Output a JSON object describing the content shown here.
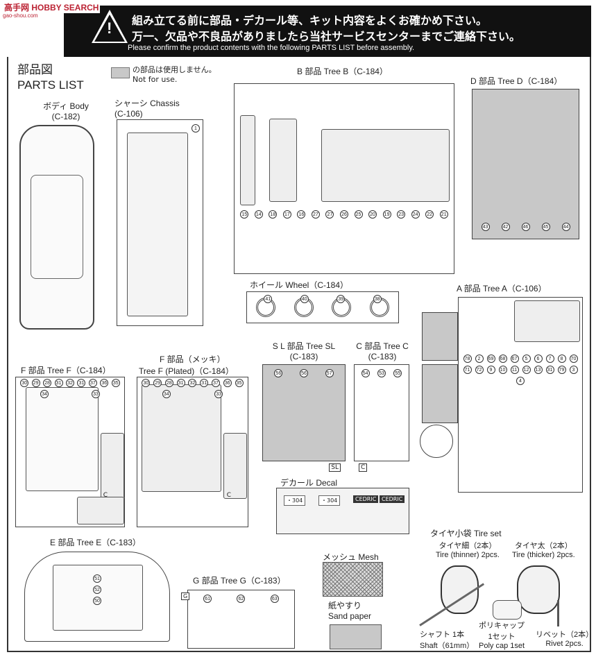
{
  "watermark": {
    "logo": "高手网 HOBBY SEARCH",
    "site": "gao-shou.com"
  },
  "header": {
    "line1": "組み立てる前に部品・デカール等、キット内容をよくお確かめ下さい。",
    "line2": "万一、欠品や不良品がありましたら当社サービスセンターまでご連絡下さい。",
    "line3": "Please confirm the product contents with the following PARTS LIST before assembly.",
    "icon": "warning-triangle-icon"
  },
  "title": {
    "jp": "部品図",
    "en": "PARTS LIST"
  },
  "legend": {
    "jp": "の部品は使用しません。",
    "en": "Not for use.",
    "swatch_color": "#c8c8c8"
  },
  "body": {
    "label": "ボディ Body",
    "code": "(C-182)"
  },
  "chassis": {
    "label": "シャーシ Chassis",
    "code": "(C-106)",
    "parts": [
      "1"
    ]
  },
  "tree_b": {
    "label": "B 部品 Tree B（C-184）",
    "parts": [
      "15",
      "14",
      "18",
      "17",
      "16",
      "27",
      "27",
      "26",
      "25",
      "20",
      "19",
      "23",
      "24",
      "22",
      "21"
    ]
  },
  "tree_d": {
    "label": "D 部品 Tree D（C-184）",
    "parts": [
      "43",
      "42",
      "46",
      "45",
      "44"
    ]
  },
  "wheel": {
    "label": "ホイール Wheel（C-184）",
    "parts": [
      "41",
      "40",
      "39",
      "38"
    ]
  },
  "tree_a": {
    "label": "A 部品 Tree A（C-106）",
    "parts": [
      "78",
      "2",
      "69",
      "68",
      "67",
      "5",
      "6",
      "7",
      "8",
      "70",
      "71",
      "72",
      "9",
      "10",
      "11",
      "12",
      "13",
      "31",
      "79",
      "3",
      "4"
    ]
  },
  "tree_f": {
    "label": "F 部品 Tree F（C-184）",
    "parts": [
      "30",
      "29",
      "28",
      "31",
      "32",
      "31",
      "37",
      "36",
      "35",
      "34",
      "33"
    ],
    "tag": "C"
  },
  "tree_fp": {
    "label1": "F 部品（メッキ）",
    "label2": "Tree F (Plated)（C-184）",
    "parts": [
      "30",
      "29",
      "28",
      "31",
      "32",
      "31",
      "37",
      "36",
      "35",
      "34",
      "33"
    ],
    "tag": "C"
  },
  "tree_sl": {
    "label1": "S L 部品 Tree SL",
    "label2": "(C-183)",
    "parts": [
      "56",
      "56",
      "57"
    ],
    "tag": "SL"
  },
  "tree_c": {
    "label1": "C 部品 Tree C",
    "label2": "(C-183)",
    "parts": [
      "54",
      "53",
      "55"
    ],
    "tag": "C"
  },
  "decal": {
    "label": "デカール Decal",
    "plates": [
      "・304",
      "・304",
      "CEDRIC",
      "CEDRIC"
    ]
  },
  "tree_e": {
    "label": "E 部品 Tree E（C-183）",
    "parts": [
      "51",
      "52",
      "50"
    ]
  },
  "tree_g": {
    "label": "G 部品 Tree G（C-183）",
    "parts": [
      "61",
      "62",
      "63"
    ],
    "tag": "G"
  },
  "mesh": {
    "label": "メッシュ Mesh"
  },
  "sandpaper": {
    "label_jp": "紙やすり",
    "label_en": "Sand paper"
  },
  "tire_set": {
    "label": "タイヤ小袋 Tire set",
    "thin_jp": "タイヤ細（2本）",
    "thin_en": "Tire (thinner) 2pcs.",
    "thick_jp": "タイヤ太（2本）",
    "thick_en": "Tire (thicker) 2pcs.",
    "shaft_jp": "シャフト 1本",
    "shaft_en": "Shaft（61mm）",
    "poly_jp1": "ポリキャップ",
    "poly_jp2": "1セット",
    "poly_en": "Poly cap 1set",
    "rivet_jp": "リベット（2本）",
    "rivet_en": "Rivet 2pcs."
  }
}
